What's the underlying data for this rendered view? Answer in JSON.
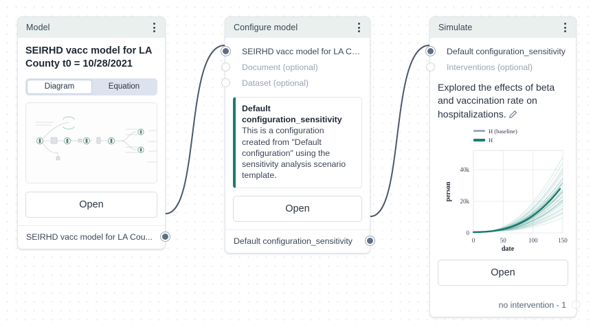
{
  "canvas": {
    "background": "#ffffff",
    "dot_color": "#e4e6e9"
  },
  "accent": {
    "teal": "#1a7f6b",
    "port": "#606e84",
    "header_bg": "#eaf0ee"
  },
  "nodes": [
    {
      "id": "model",
      "header": "Model",
      "menu_icon": "kebab-menu-icon",
      "title": "SEIRHD vacc model for LA County t0 = 10/28/2021",
      "tabs": [
        {
          "label": "Diagram",
          "selected": true
        },
        {
          "label": "Equation",
          "selected": false
        }
      ],
      "open_label": "Open",
      "output_label": "SEIRHD vacc model for LA Cou..."
    },
    {
      "id": "configure",
      "header": "Configure model",
      "menu_icon": "kebab-menu-icon",
      "inputs": [
        {
          "label": "SEIRHD vacc model for LA Cou...",
          "connected": true,
          "optional": false
        },
        {
          "label": "Document (optional)",
          "connected": false,
          "optional": true
        },
        {
          "label": "Dataset (optional)",
          "connected": false,
          "optional": true
        }
      ],
      "config": {
        "title": "Default configuration_sensitivity",
        "description": "This is a configuration created from \"Default configuration\" using the sensitivity analysis scenario template."
      },
      "open_label": "Open",
      "output_label": "Default configuration_sensitivity"
    },
    {
      "id": "simulate",
      "header": "Simulate",
      "menu_icon": "kebab-menu-icon",
      "inputs": [
        {
          "label": "Default configuration_sensitivity",
          "connected": true,
          "optional": false
        },
        {
          "label": "Interventions (optional)",
          "connected": false,
          "optional": true
        }
      ],
      "description": "Explored the effects of beta and vaccination rate on hospitalizations.",
      "edit_icon": "pencil-icon",
      "open_label": "Open",
      "output_label": "no intervention - 1"
    }
  ],
  "chart_data": {
    "type": "line",
    "title": "",
    "xlabel": "date",
    "ylabel": "person",
    "xlim": [
      0,
      158
    ],
    "ylim": [
      0,
      52000
    ],
    "xticks": [
      0,
      50,
      100,
      150
    ],
    "xtick_labels": [
      "0",
      "50",
      "100",
      "150"
    ],
    "yticks": [
      0,
      20000,
      40000
    ],
    "ytick_labels": [
      "0",
      "20k",
      "40k"
    ],
    "grid": true,
    "legend_position": "top",
    "legend": [
      {
        "name": "H (baseline)",
        "color": "#9fa8c4"
      },
      {
        "name": "H",
        "color": "#1a8073"
      }
    ],
    "series": [
      {
        "name": "H",
        "color": "#1a8073",
        "role": "mean",
        "x": [
          0,
          15,
          30,
          45,
          60,
          75,
          90,
          105,
          120,
          135,
          150
        ],
        "values": [
          600,
          700,
          900,
          1300,
          2000,
          3200,
          5200,
          8600,
          13500,
          20000,
          27000
        ]
      },
      {
        "name": "H (ensemble)",
        "color": "#1a8073",
        "role": "ensemble",
        "note": "Approximately 40 faint exponential trajectories fanning out between ~10k and ~52k at day 150",
        "x": [
          0,
          15,
          30,
          45,
          60,
          75,
          90,
          105,
          120,
          135,
          150
        ],
        "spread_at_150": [
          9500,
          52000
        ]
      }
    ]
  }
}
